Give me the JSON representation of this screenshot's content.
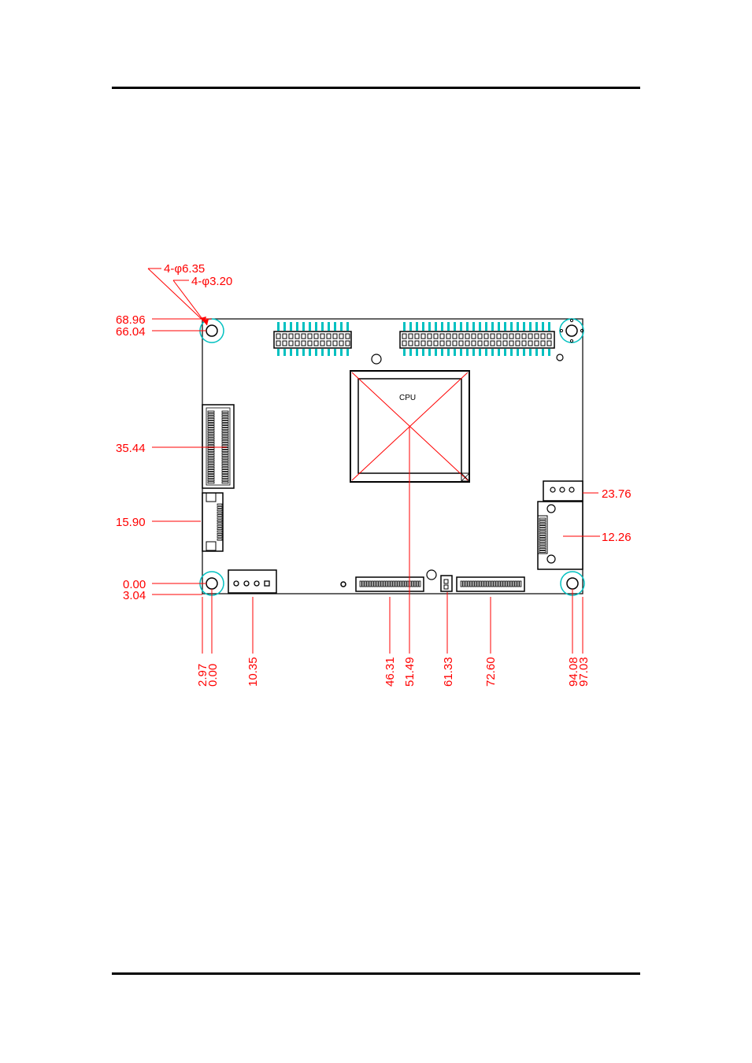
{
  "drawing": {
    "cpu_label": "CPU",
    "callouts": {
      "outer_hole": "4-φ6.35",
      "inner_hole": "4-φ3.20"
    },
    "left_dimensions": [
      "68.96",
      "66.04",
      "35.44",
      "15.90",
      "0.00",
      "3.04"
    ],
    "right_dimensions": [
      "23.76",
      "12.26"
    ],
    "bottom_dimensions": [
      "2.97",
      "0.00",
      "10.35",
      "46.31",
      "51.49",
      "61.33",
      "72.60",
      "94.08",
      "97.03"
    ],
    "colors": {
      "dimension": "#ff0000",
      "pad_ring": "#00c0c0",
      "outline": "#000000"
    }
  }
}
